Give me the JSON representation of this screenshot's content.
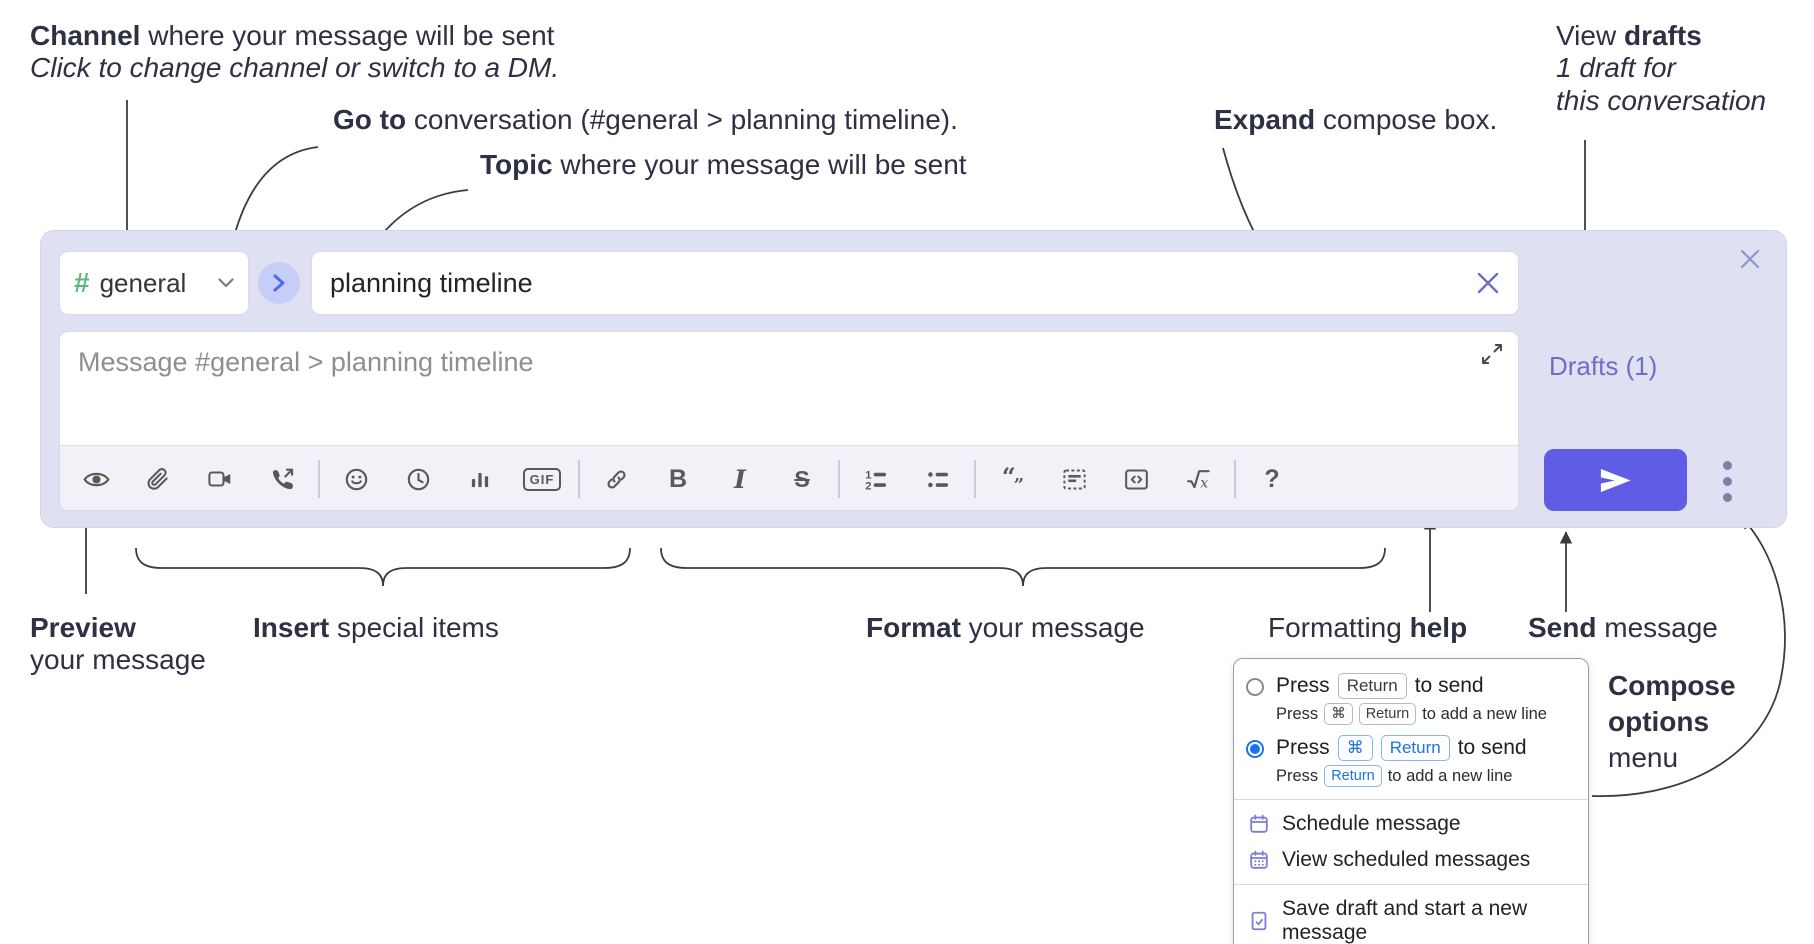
{
  "annotations": {
    "channel": {
      "bold": "Channel",
      "rest": " where your message will be sent",
      "sub": "Click to change channel or switch to a DM."
    },
    "go_to": {
      "bold": "Go to",
      "rest": " conversation (#general > planning timeline)."
    },
    "topic": {
      "bold": "Topic",
      "rest": " where your message will be sent"
    },
    "expand": {
      "bold": "Expand",
      "rest": " compose box."
    },
    "view_drafts": {
      "pre": "View ",
      "bold": "drafts",
      "sub1": "1 draft for",
      "sub2": "this conversation"
    },
    "preview": {
      "bold": "Preview",
      "sub": "your message"
    },
    "insert": {
      "bold": "Insert",
      "rest": " special items"
    },
    "format": {
      "bold": "Format",
      "rest": " your message"
    },
    "formatting_help": {
      "pre": "Formatting ",
      "bold": "help"
    },
    "send": {
      "bold": "Send",
      "rest": " message"
    },
    "compose_options": {
      "bold1": "Compose",
      "bold2": "options",
      "rest": "menu"
    }
  },
  "compose": {
    "channel_hash": "#",
    "channel_name": "general",
    "topic_value": "planning timeline",
    "message_placeholder": "Message #general > planning timeline",
    "drafts_link": "Drafts (1)",
    "toolbar": {
      "gif_label": "GIF",
      "bold_glyph": "B",
      "italic_glyph": "I",
      "strike_glyph": "S",
      "ol_1": "1",
      "ol_2": "2",
      "quote_open": "“",
      "quote_close": "”",
      "math_x": "x",
      "help_glyph": "?"
    }
  },
  "popup": {
    "options": [
      {
        "press": "Press",
        "keys": [
          "Return"
        ],
        "after": "to send",
        "sub_press": "Press",
        "sub_keys": [
          "⌘",
          "Return"
        ],
        "sub_after": "to add a new line",
        "selected": false
      },
      {
        "press": "Press",
        "keys": [
          "⌘",
          "Return"
        ],
        "after": "to send",
        "sub_press": "Press",
        "sub_keys": [
          "Return"
        ],
        "sub_after": "to add a new line",
        "selected": true
      }
    ],
    "items": [
      "Schedule message",
      "View scheduled messages",
      "Save draft and start a new message"
    ]
  },
  "colors": {
    "accent": "#5f5ce6",
    "compose_bg": "#dfe1f2",
    "link_purple": "#6b70c4",
    "hash_green": "#5cb585",
    "radio_blue": "#1a73e8",
    "icon_gray": "#595959",
    "annotation_text": "#2e3044"
  }
}
